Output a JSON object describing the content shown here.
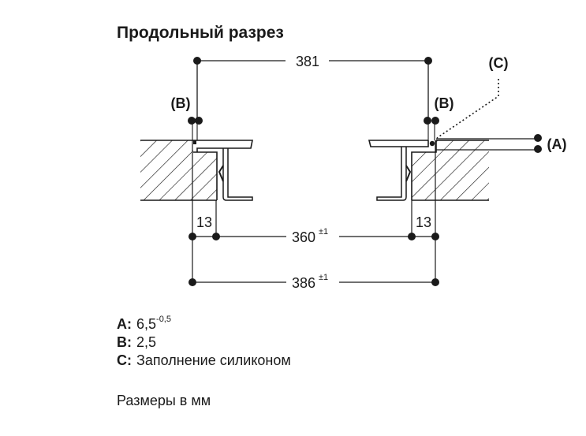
{
  "title": "Продольный разрез",
  "dimensions": {
    "top_width": "381",
    "inner_width": "360",
    "inner_width_tolerance": "±1",
    "outer_width": "386",
    "outer_width_tolerance": "±1",
    "left_offset": "13",
    "right_offset": "13"
  },
  "callouts": {
    "a": "(A)",
    "b_left": "(B)",
    "b_right": "(B)",
    "c": "(C)"
  },
  "legend": [
    {
      "key": "A:",
      "value": "6,5",
      "superscript": "-0,5"
    },
    {
      "key": "B:",
      "value": "2,5",
      "superscript": ""
    },
    {
      "key": "C:",
      "value": "Заполнение силиконом",
      "superscript": ""
    }
  ],
  "units_note": "Размеры в мм",
  "colors": {
    "line": "#1a1a1a",
    "background": "#ffffff"
  }
}
